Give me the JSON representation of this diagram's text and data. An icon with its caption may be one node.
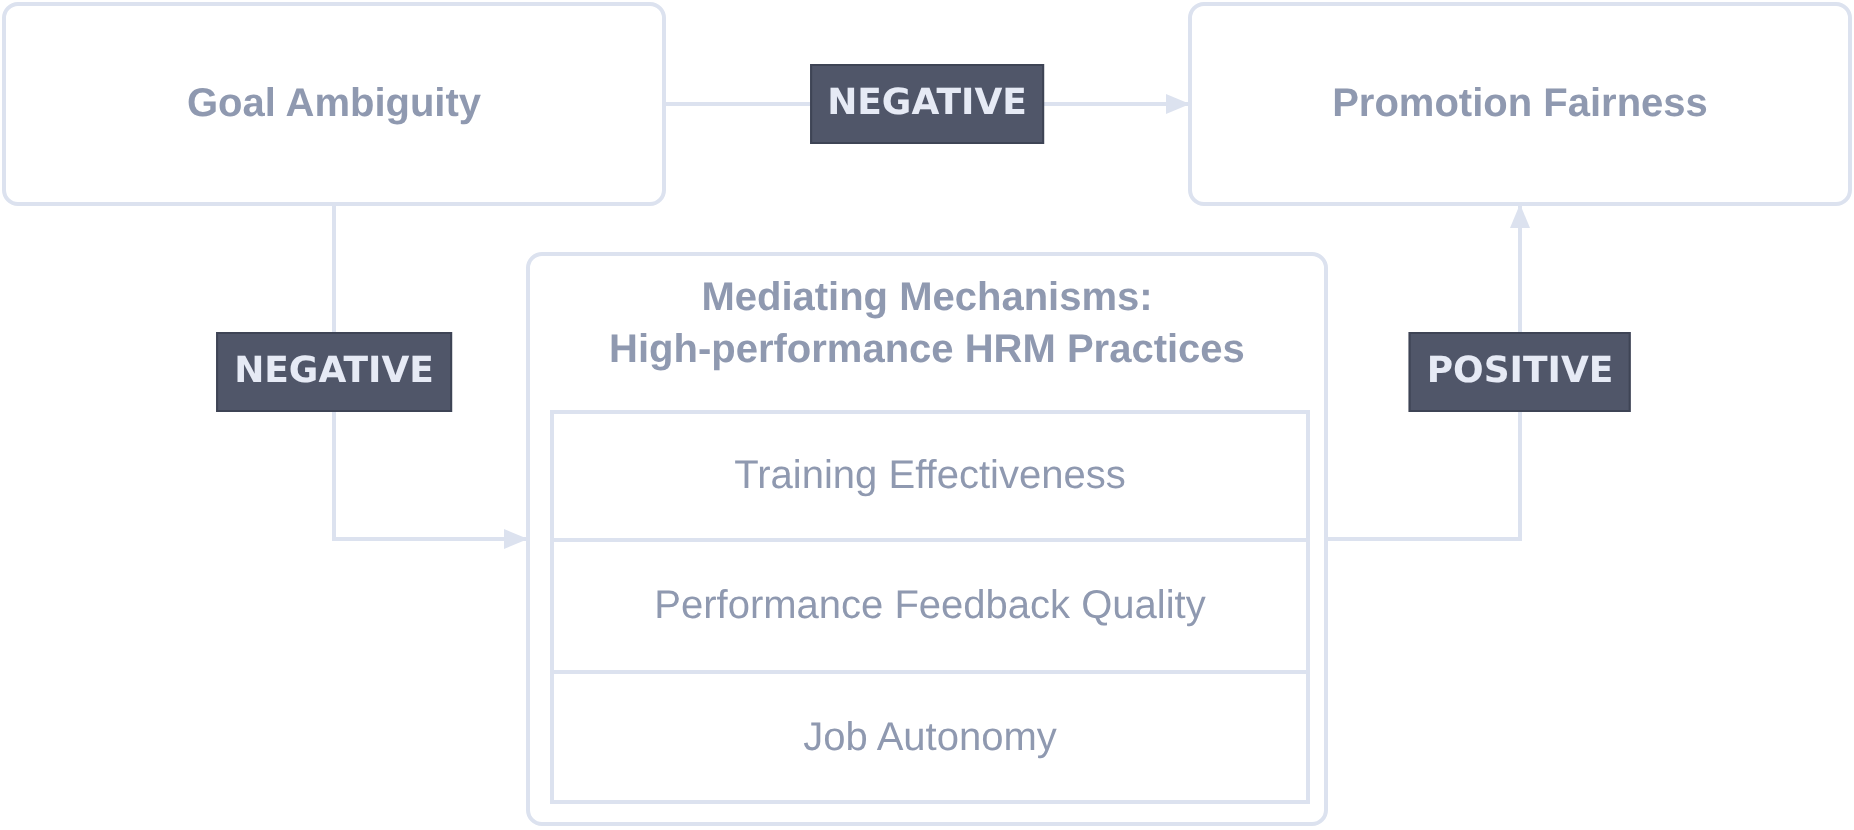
{
  "diagram": {
    "nodes": [
      {
        "text": [
          "Goal Ambiguity"
        ]
      },
      {
        "text": [
          "Promotion Fairness"
        ]
      },
      {
        "text": [
          "Mediating Mechanisms: High-performance HRM Practices"
        ]
      },
      {
        "text": [
          "Training Effectiveness"
        ],
        "in": 2
      },
      {
        "text": [
          "Performance Feedback Quality"
        ],
        "in": 2
      },
      {
        "text": [
          "Job Autonomy"
        ],
        "in": 2
      }
    ],
    "edges": [
      {
        "from": 0,
        "to": 1,
        "arrow": "to",
        "label": "NEGATIVE"
      },
      {
        "from": 0,
        "to": 2,
        "arrow": "to",
        "label": "NEGATIVE"
      },
      {
        "from": 2,
        "to": 1,
        "arrow": "to",
        "label": "POSITIVE"
      }
    ]
  }
}
